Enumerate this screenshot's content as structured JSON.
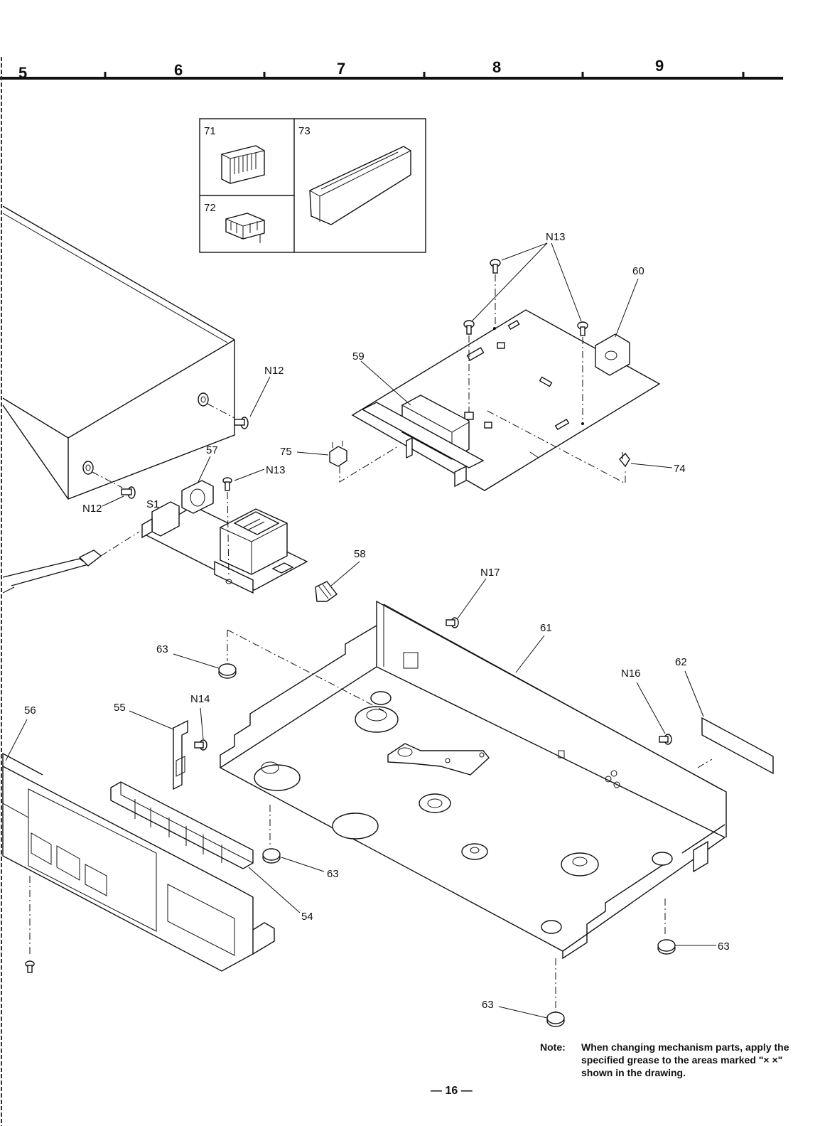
{
  "column_markers": [
    "5",
    "6",
    "7",
    "8",
    "9"
  ],
  "inset_labels": [
    "71",
    "73",
    "72"
  ],
  "part_labels": {
    "n13_top": "N13",
    "p60": "60",
    "p59": "59",
    "n12_a": "N12",
    "n12_b": "N12",
    "p57": "57",
    "p75": "75",
    "n13_mid": "N13",
    "p74": "74",
    "s1": "S1",
    "p58": "58",
    "n17": "N17",
    "p61": "61",
    "p63_a": "63",
    "p62": "62",
    "n16": "N16",
    "p56": "56",
    "p55": "55",
    "n14": "N14",
    "p63_b": "63",
    "p54": "54",
    "p63_c": "63",
    "p63_d": "63"
  },
  "note": {
    "label": "Note:",
    "text": "When changing mechanism parts, apply the specified grease to the areas marked \"× ×\" shown in the drawing."
  },
  "page_number": "— 16 —"
}
